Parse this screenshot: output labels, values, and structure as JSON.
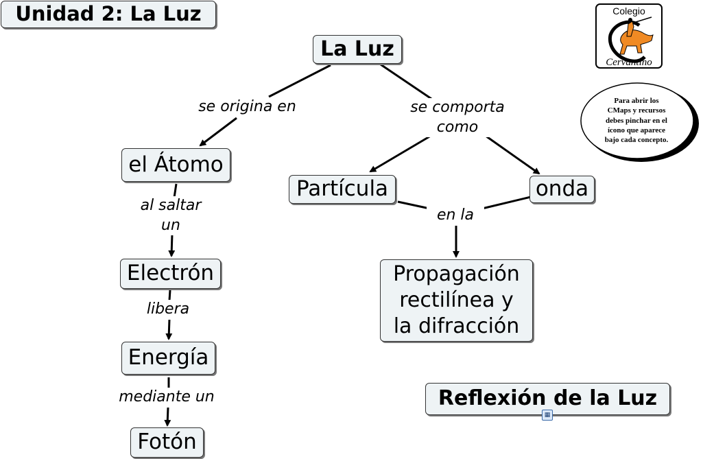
{
  "page": {
    "title": "Unidad 2: La Luz"
  },
  "concepts": {
    "la_luz": "La Luz",
    "atomo": "el Átomo",
    "particula": "Partícula",
    "onda": "onda",
    "electron": "Electrón",
    "energia": "Energía",
    "foton": "Fotón",
    "propagacion": "Propagación\nrectilínea y\nla difracción",
    "reflexion": "Reflexión de la Luz"
  },
  "links": {
    "origina": "se origina en",
    "comporta": "se comporta\ncomo",
    "saltar": "al saltar\nun",
    "libera": "libera",
    "mediante": "mediante un",
    "en_la": "en la"
  },
  "logo": {
    "top": "Colegio",
    "bottom": "Cervantino",
    "accent_color": "#f08a24"
  },
  "note": {
    "text": "Para abrir los\nCMaps y recursos\ndebes pinchar en el\nícono que aparece\nbajo cada concepto."
  },
  "icons": {
    "resource": "cmap-resource-icon"
  }
}
